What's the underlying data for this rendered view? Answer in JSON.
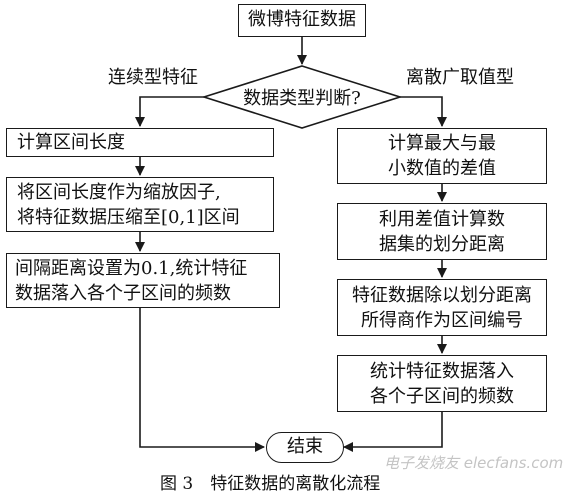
{
  "nodes": {
    "start": "微博特征数据",
    "decision": "数据类型判断?",
    "c1": "计算区间长度",
    "c2_l1": "将区间长度作为缩放因子,",
    "c2_l2": "将特征数据压缩至[0,1]区间",
    "c3_l1": "间隔距离设置为0.1,统计特征",
    "c3_l2": "数据落入各个子区间的频数",
    "d1_l1": "计算最大与最",
    "d1_l2": "小数值的差值",
    "d2_l1": "利用差值计算数",
    "d2_l2": "据集的划分距离",
    "d3_l1": "特征数据除以划分距离",
    "d3_l2": "所得商作为区间编号",
    "d4_l1": "统计特征数据落入",
    "d4_l2": "各个子区间的频数",
    "end": "结束"
  },
  "edge_labels": {
    "left": "连续型特征",
    "right": "离散广取值型"
  },
  "caption": "图 3　特征数据的离散化流程",
  "watermark": "电子发烧友 elecfans.com"
}
